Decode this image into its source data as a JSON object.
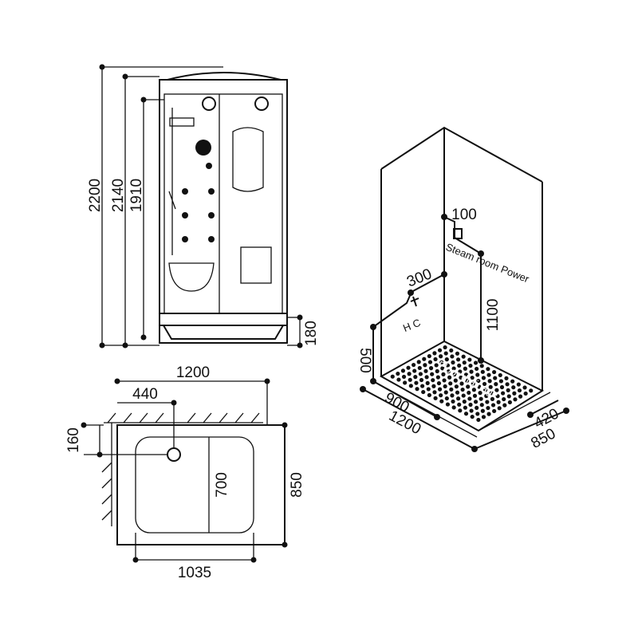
{
  "front_view": {
    "height_total": "2200",
    "height_cabin": "2140",
    "height_door": "1910",
    "tray_height": "180"
  },
  "plan_view": {
    "width": "1200",
    "drain_offset_x": "440",
    "drain_offset_y": "160",
    "inner_depth": "700",
    "depth": "850",
    "inner_width": "1035"
  },
  "iso_view": {
    "power_offset": "100",
    "power_label": "Steam room Power",
    "valve_offset": "300",
    "valve_label": "H C",
    "power_height": "1100",
    "valve_height": "500",
    "drain_x": "900",
    "width": "1200",
    "drain_y": "420",
    "depth": "850",
    "floor_label": "Floor drainage"
  },
  "colors": {
    "ink": "#111111",
    "background": "#ffffff"
  }
}
